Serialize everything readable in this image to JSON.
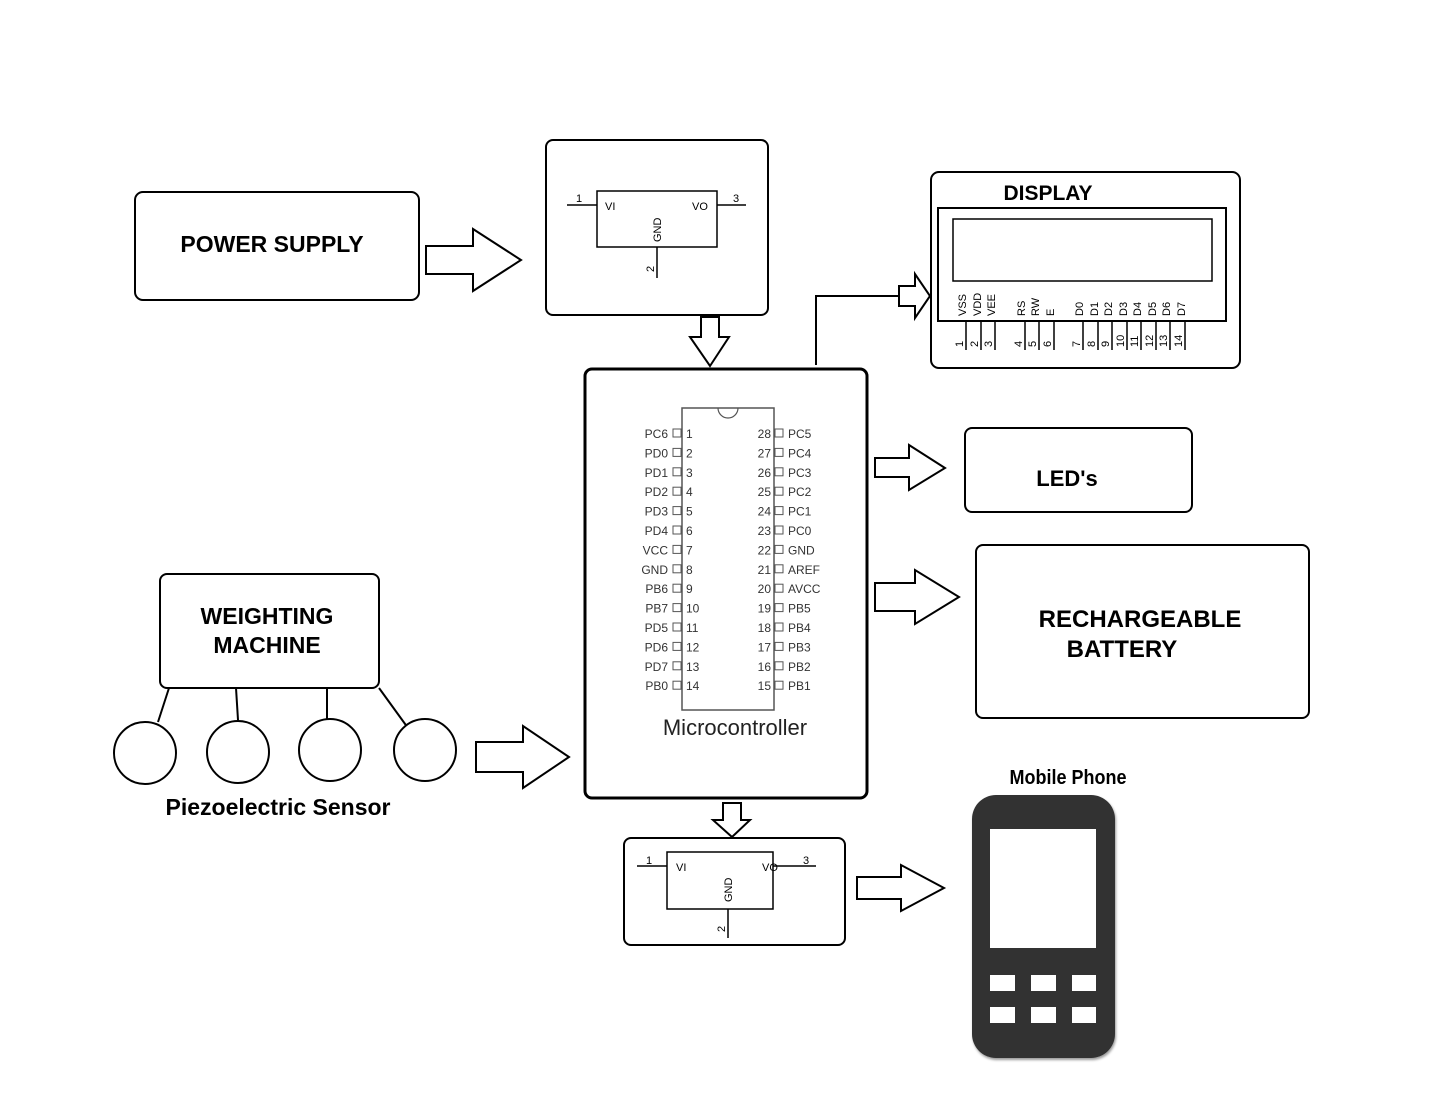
{
  "blocks": {
    "power_supply": "POWER SUPPLY",
    "display": "DISPLAY",
    "leds": "LED's",
    "battery_line1": "RECHARGEABLE",
    "battery_line2": "BATTERY",
    "weighing_line1": "WEIGHTING",
    "weighing_line2": "MACHINE",
    "piezo": "Piezoelectric Sensor",
    "microcontroller": "Microcontroller",
    "mobile_phone": "Mobile Phone"
  },
  "regulator": {
    "vi": "VI",
    "vo": "VO",
    "gnd": "GND",
    "pin1": "1",
    "pin2": "2",
    "pin3": "3"
  },
  "lcd": {
    "pins": [
      {
        "num": "1",
        "label": "VSS"
      },
      {
        "num": "2",
        "label": "VDD"
      },
      {
        "num": "3",
        "label": "VEE"
      },
      {
        "num": "4",
        "label": "RS"
      },
      {
        "num": "5",
        "label": "RW"
      },
      {
        "num": "6",
        "label": "E"
      },
      {
        "num": "7",
        "label": "D0"
      },
      {
        "num": "8",
        "label": "D1"
      },
      {
        "num": "9",
        "label": "D2"
      },
      {
        "num": "10",
        "label": "D3"
      },
      {
        "num": "11",
        "label": "D4"
      },
      {
        "num": "12",
        "label": "D5"
      },
      {
        "num": "13",
        "label": "D6"
      },
      {
        "num": "14",
        "label": "D7"
      }
    ]
  },
  "mcu": {
    "left_pins": [
      {
        "num": "1",
        "label": "PC6"
      },
      {
        "num": "2",
        "label": "PD0"
      },
      {
        "num": "3",
        "label": "PD1"
      },
      {
        "num": "4",
        "label": "PD2"
      },
      {
        "num": "5",
        "label": "PD3"
      },
      {
        "num": "6",
        "label": "PD4"
      },
      {
        "num": "7",
        "label": "VCC"
      },
      {
        "num": "8",
        "label": "GND"
      },
      {
        "num": "9",
        "label": "PB6"
      },
      {
        "num": "10",
        "label": "PB7"
      },
      {
        "num": "11",
        "label": "PD5"
      },
      {
        "num": "12",
        "label": "PD6"
      },
      {
        "num": "13",
        "label": "PD7"
      },
      {
        "num": "14",
        "label": "PB0"
      }
    ],
    "right_pins": [
      {
        "num": "28",
        "label": "PC5"
      },
      {
        "num": "27",
        "label": "PC4"
      },
      {
        "num": "26",
        "label": "PC3"
      },
      {
        "num": "25",
        "label": "PC2"
      },
      {
        "num": "24",
        "label": "PC1"
      },
      {
        "num": "23",
        "label": "PC0"
      },
      {
        "num": "22",
        "label": "GND"
      },
      {
        "num": "21",
        "label": "AREF"
      },
      {
        "num": "20",
        "label": "AVCC"
      },
      {
        "num": "19",
        "label": "PB5"
      },
      {
        "num": "18",
        "label": "PB4"
      },
      {
        "num": "17",
        "label": "PB3"
      },
      {
        "num": "16",
        "label": "PB2"
      },
      {
        "num": "15",
        "label": "PB1"
      }
    ]
  },
  "colors": {
    "line": "#000000",
    "phone_body": "#333333",
    "pin_text": "#333333"
  }
}
